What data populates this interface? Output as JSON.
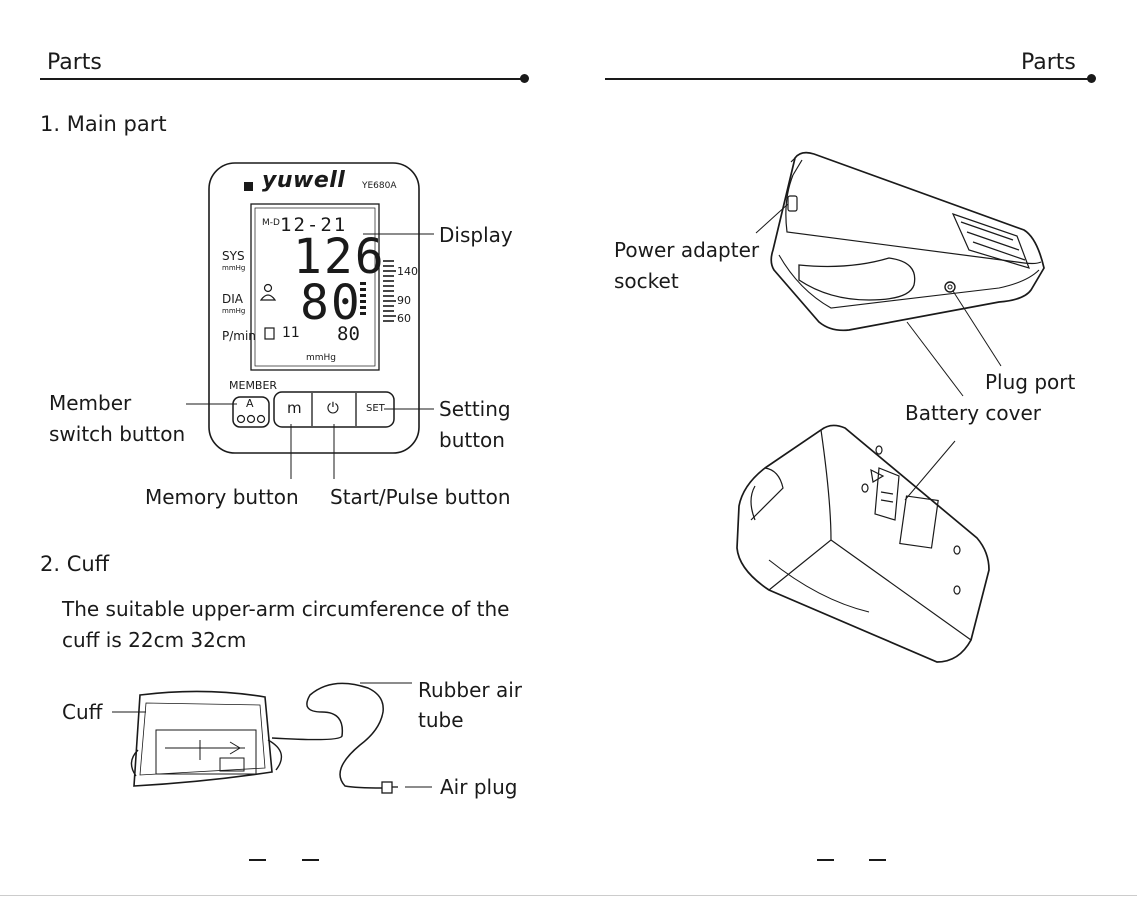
{
  "left_page": {
    "header": "Parts",
    "section1_title": "1. Main part",
    "device": {
      "brand": "yuwell",
      "model": "YE680A",
      "date_label": "M-D",
      "date_value": "12-21",
      "sys_label": "SYS",
      "dia_label": "DIA",
      "unit_small": "mmHg",
      "pulse_label": "P/min",
      "sys_value": "126",
      "dia_value": "80",
      "memory_value": "11",
      "pulse_value": "80",
      "display_unit": "mmHg",
      "scale": [
        "140",
        "90",
        "60"
      ],
      "member_label": "MEMBER",
      "member_key": "A",
      "memory_key": "m",
      "power_key": "⏻",
      "set_key": "SET"
    },
    "callouts": {
      "display": "Display",
      "member_1": "Member",
      "member_2": "switch button",
      "setting_1": "Setting",
      "setting_2": "button",
      "memory": "Memory button",
      "start": "Start/Pulse button"
    },
    "section2_title": "2. Cuff",
    "cuff_text_1": "The suitable upper-arm circumference of the",
    "cuff_text_2": "cuff is 22cm 32cm",
    "cuff_callouts": {
      "cuff": "Cuff",
      "tube_1": "Rubber air",
      "tube_2": "tube",
      "plug": "Air plug"
    }
  },
  "right_page": {
    "header": "Parts",
    "callouts": {
      "power_1": "Power adapter",
      "power_2": "socket",
      "plug_port": "Plug port",
      "battery": "Battery cover"
    }
  }
}
